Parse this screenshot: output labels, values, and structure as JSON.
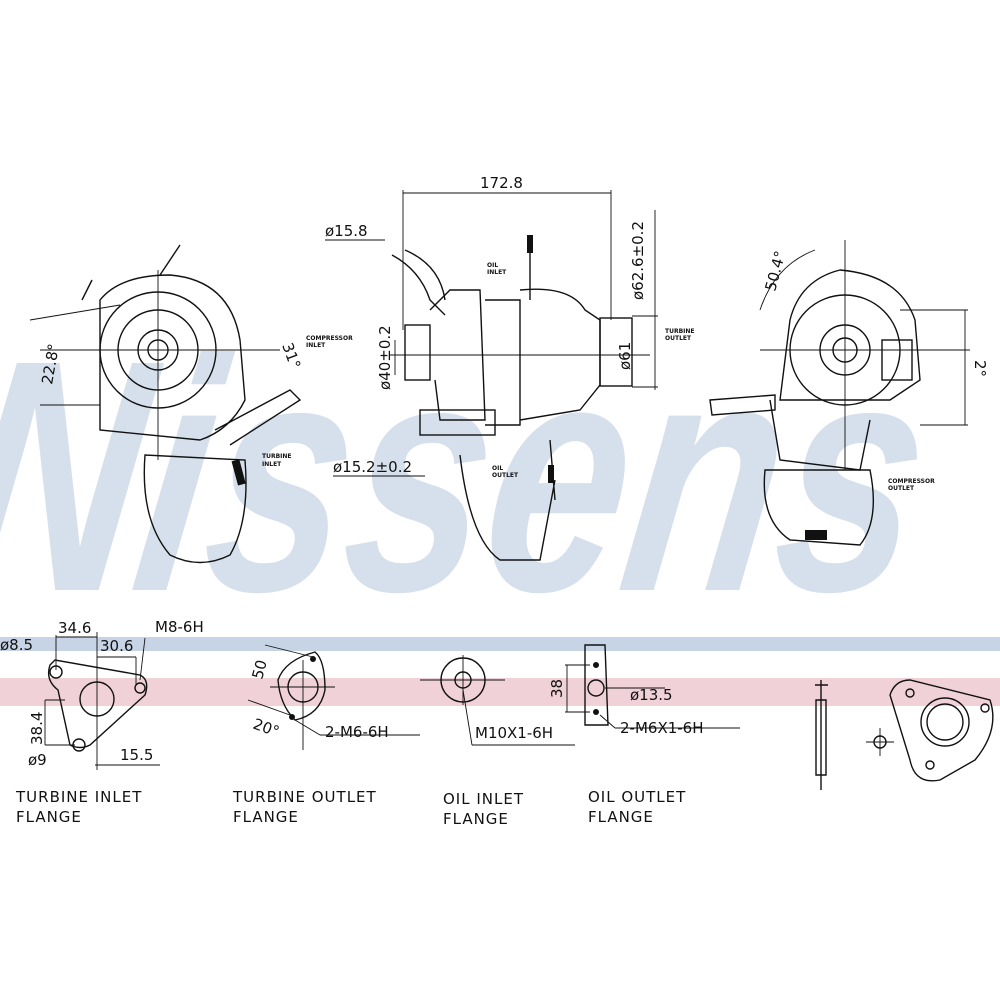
{
  "brand": {
    "watermark": "Nissens",
    "colors": {
      "watermark": "#c9d6e6",
      "stripe_blue": "#c7d4e6",
      "stripe_pink": "#ecc9d0"
    }
  },
  "views": {
    "left": {
      "angle1": "22.8°",
      "angle2": "31°",
      "turbine_inlet": [
        "TURBINE",
        "INLET"
      ]
    },
    "center": {
      "overall_length": "172.8",
      "pipe_dia": "ø15.8",
      "turbine_outlet_dia": "ø62.6±0.2",
      "compressor_inlet_dia": "ø40±0.2",
      "turbine_bore": "ø61",
      "oil_pipe_dia": "ø15.2±0.2",
      "oil_inlet": [
        "OIL",
        "INLET"
      ],
      "oil_outlet": [
        "OIL",
        "OUTLET"
      ],
      "compressor_inlet": [
        "COMPRESSOR",
        "INLET"
      ],
      "turbine_outlet": [
        "TURBINE",
        "OUTLET"
      ]
    },
    "right": {
      "angle1": "50.4°",
      "angle2": "2°",
      "compressor_outlet": [
        "COMPRESSOR",
        "OUTLET"
      ]
    }
  },
  "flanges": {
    "turbine_inlet": {
      "d1": "ø8.5",
      "d2": "34.6",
      "d3": "30.6",
      "thread": "M8-6H",
      "d4": "38.4",
      "d5": "ø9",
      "d6": "15.5",
      "caption": [
        "TURBINE  INLET",
        "FLANGE"
      ]
    },
    "turbine_outlet": {
      "d1": "50",
      "d2": "20°",
      "thread": "2-M6-6H",
      "caption": [
        "TURBINE  OUTLET",
        "FLANGE"
      ]
    },
    "oil_inlet": {
      "thread": "M10X1-6H",
      "caption": [
        "OIL  INLET",
        "FLANGE"
      ]
    },
    "oil_outlet": {
      "d1": "38",
      "d2": "ø13.5",
      "thread": "2-M6X1-6H",
      "caption": [
        "OIL  OUTLET",
        "FLANGE"
      ]
    }
  }
}
